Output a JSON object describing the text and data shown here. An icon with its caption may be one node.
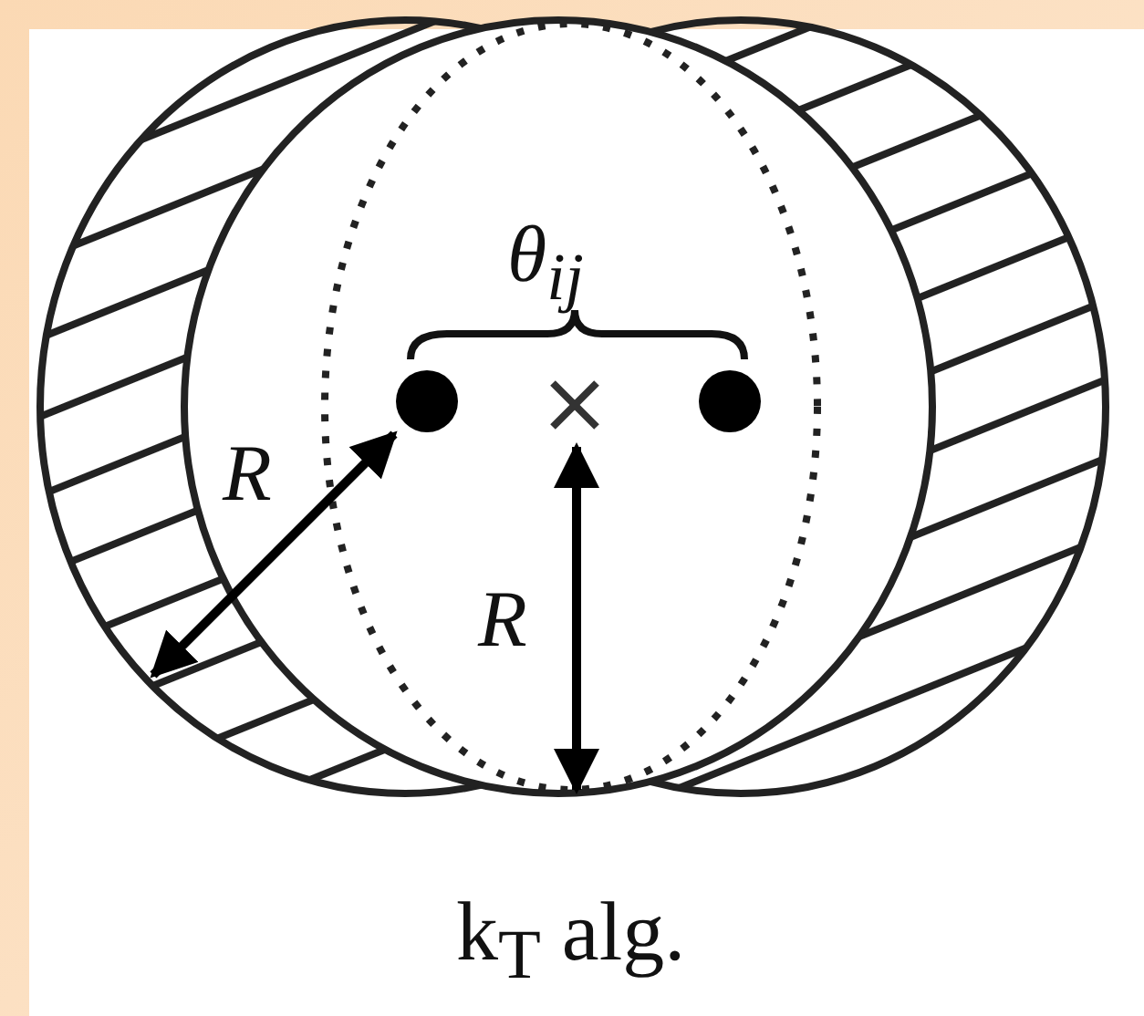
{
  "diagram": {
    "caption": "k$_{T}$ alg.",
    "labels": [
      "θ$_{ij}$",
      "R",
      "R"
    ]
  }
}
